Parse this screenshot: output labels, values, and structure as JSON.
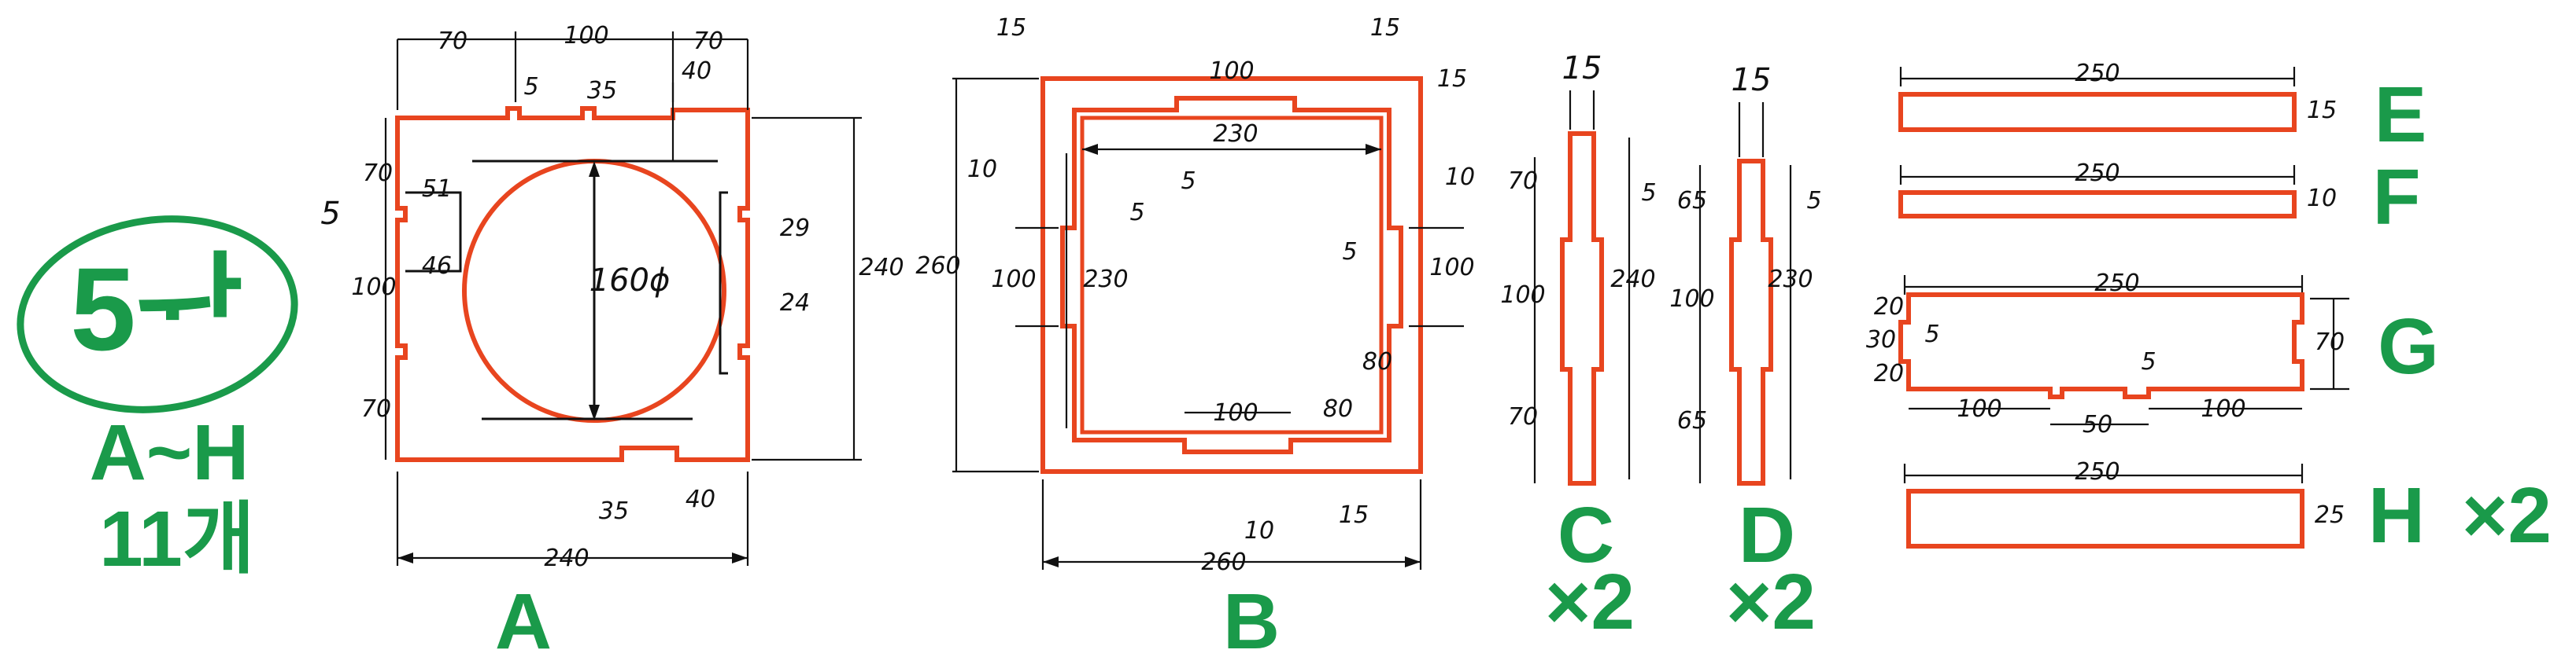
{
  "colors": {
    "part_outline": "#e8451f",
    "labels": "#1a9a4a",
    "dimensions": "#111111"
  },
  "side_note": {
    "main": "5ᆉ",
    "range": "A~H",
    "count": "11개"
  },
  "parts": {
    "A": {
      "label": "A",
      "dims": {
        "top1": "70",
        "top2": "100",
        "top3": "70",
        "notch_depth": "5",
        "notch_w": "35",
        "bar_h": "40",
        "left1": "70",
        "left2": "100",
        "left3": "70",
        "left_notch": "5",
        "inner_w": "51",
        "inner_h": "46",
        "circle": "160ϕ",
        "right1": "29",
        "right2": "24",
        "height": "240",
        "bottom_notch": "35",
        "bottom_bar": "40",
        "width": "240"
      }
    },
    "B": {
      "label": "B",
      "dims": {
        "tl": "15",
        "tr": "15",
        "top_slot": "100",
        "inner_w": "230",
        "side_r": "15",
        "left_notch": "10",
        "left_slot": "100",
        "inner_h": "230",
        "height": "260",
        "notch_in": "5",
        "notch_in2": "5",
        "right_notch": "10",
        "right_slot": "100",
        "right_in": "5",
        "right_80": "80",
        "bottom_slot": "100",
        "bottom_80": "80",
        "bottom_10": "10",
        "bottom_15": "15",
        "width": "260"
      }
    },
    "C": {
      "label": "C",
      "qty": "×2",
      "dims": {
        "width": "15",
        "seg1": "70",
        "seg2": "100",
        "seg3": "70",
        "notch": "5",
        "height": "240"
      }
    },
    "D": {
      "label": "D",
      "qty": "×2",
      "dims": {
        "width": "15",
        "seg1": "65",
        "seg2": "100",
        "seg3": "65",
        "notch": "5",
        "height": "230"
      }
    },
    "E": {
      "label": "E",
      "dims": {
        "length": "250",
        "width": "15"
      }
    },
    "F": {
      "label": "F",
      "dims": {
        "length": "250",
        "width": "10"
      }
    },
    "G": {
      "label": "G",
      "dims": {
        "length": "250",
        "height": "70",
        "l20a": "20",
        "l30": "30",
        "l5": "5",
        "l20b": "20",
        "b100a": "100",
        "b50": "50",
        "b100b": "100",
        "n5": "5"
      }
    },
    "H": {
      "label": "H",
      "qty": "×2",
      "dims": {
        "length": "250",
        "width": "25"
      }
    }
  }
}
